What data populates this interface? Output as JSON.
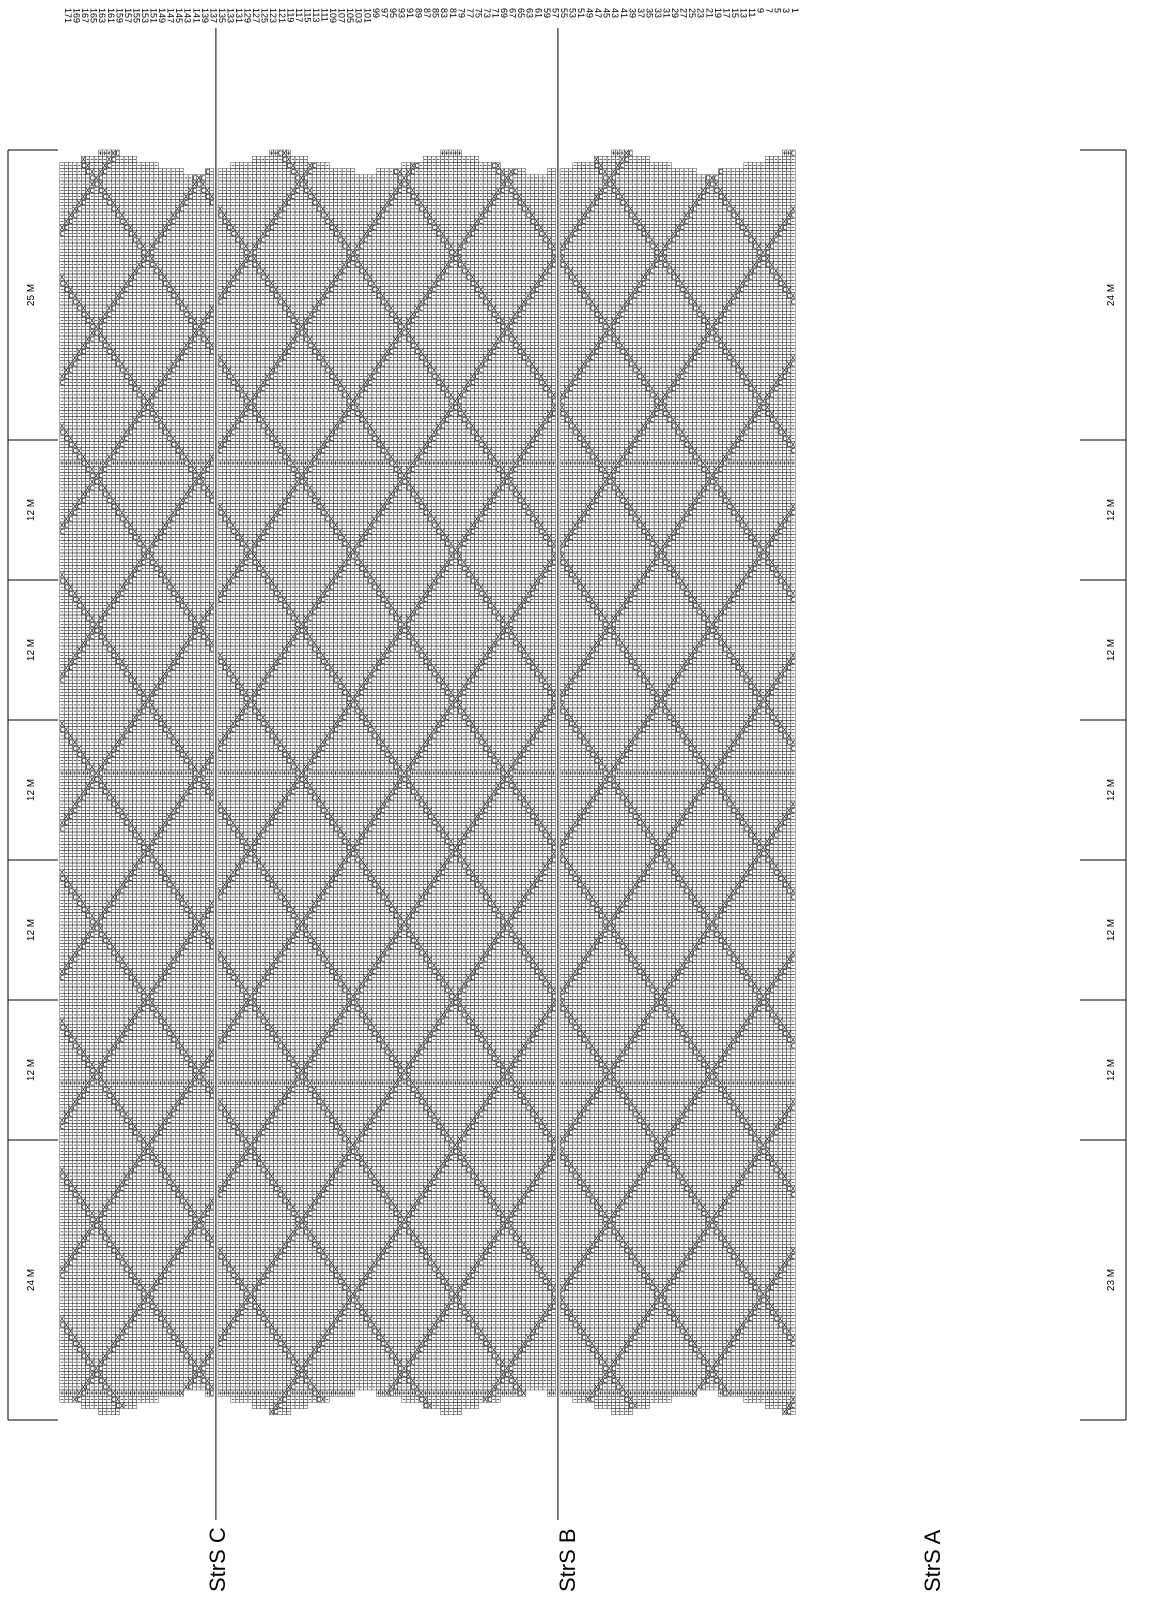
{
  "diagram": {
    "sections": [
      {
        "name": "StrS C",
        "rows_from": 137,
        "rows_to": 171
      },
      {
        "name": "StrS B",
        "rows_from": 57,
        "rows_to": 135
      },
      {
        "name": "StrS A",
        "rows_from": 1,
        "rows_to": 55
      }
    ],
    "row_numbers": [
      171,
      169,
      167,
      165,
      163,
      161,
      159,
      157,
      155,
      153,
      151,
      149,
      147,
      145,
      143,
      141,
      139,
      137,
      135,
      133,
      131,
      129,
      127,
      125,
      123,
      121,
      119,
      117,
      115,
      113,
      111,
      109,
      107,
      105,
      103,
      101,
      99,
      97,
      95,
      93,
      91,
      89,
      87,
      85,
      83,
      81,
      79,
      77,
      75,
      73,
      71,
      69,
      67,
      65,
      63,
      61,
      59,
      57,
      55,
      53,
      51,
      49,
      47,
      45,
      43,
      41,
      39,
      37,
      35,
      33,
      31,
      29,
      27,
      25,
      23,
      21,
      19,
      17,
      15,
      13,
      11,
      9,
      7,
      5,
      3,
      1
    ],
    "width_labels_top": [
      "25 M",
      "12 M",
      "12 M",
      "12 M",
      "12 M",
      "12 M",
      "24 M"
    ],
    "width_labels_bottom": [
      "24 M",
      "12 M",
      "12 M",
      "12 M",
      "12 M",
      "12 M",
      "23 M"
    ],
    "symbols": [
      "|",
      "∩",
      "X",
      "+",
      "⟩⟨"
    ]
  }
}
